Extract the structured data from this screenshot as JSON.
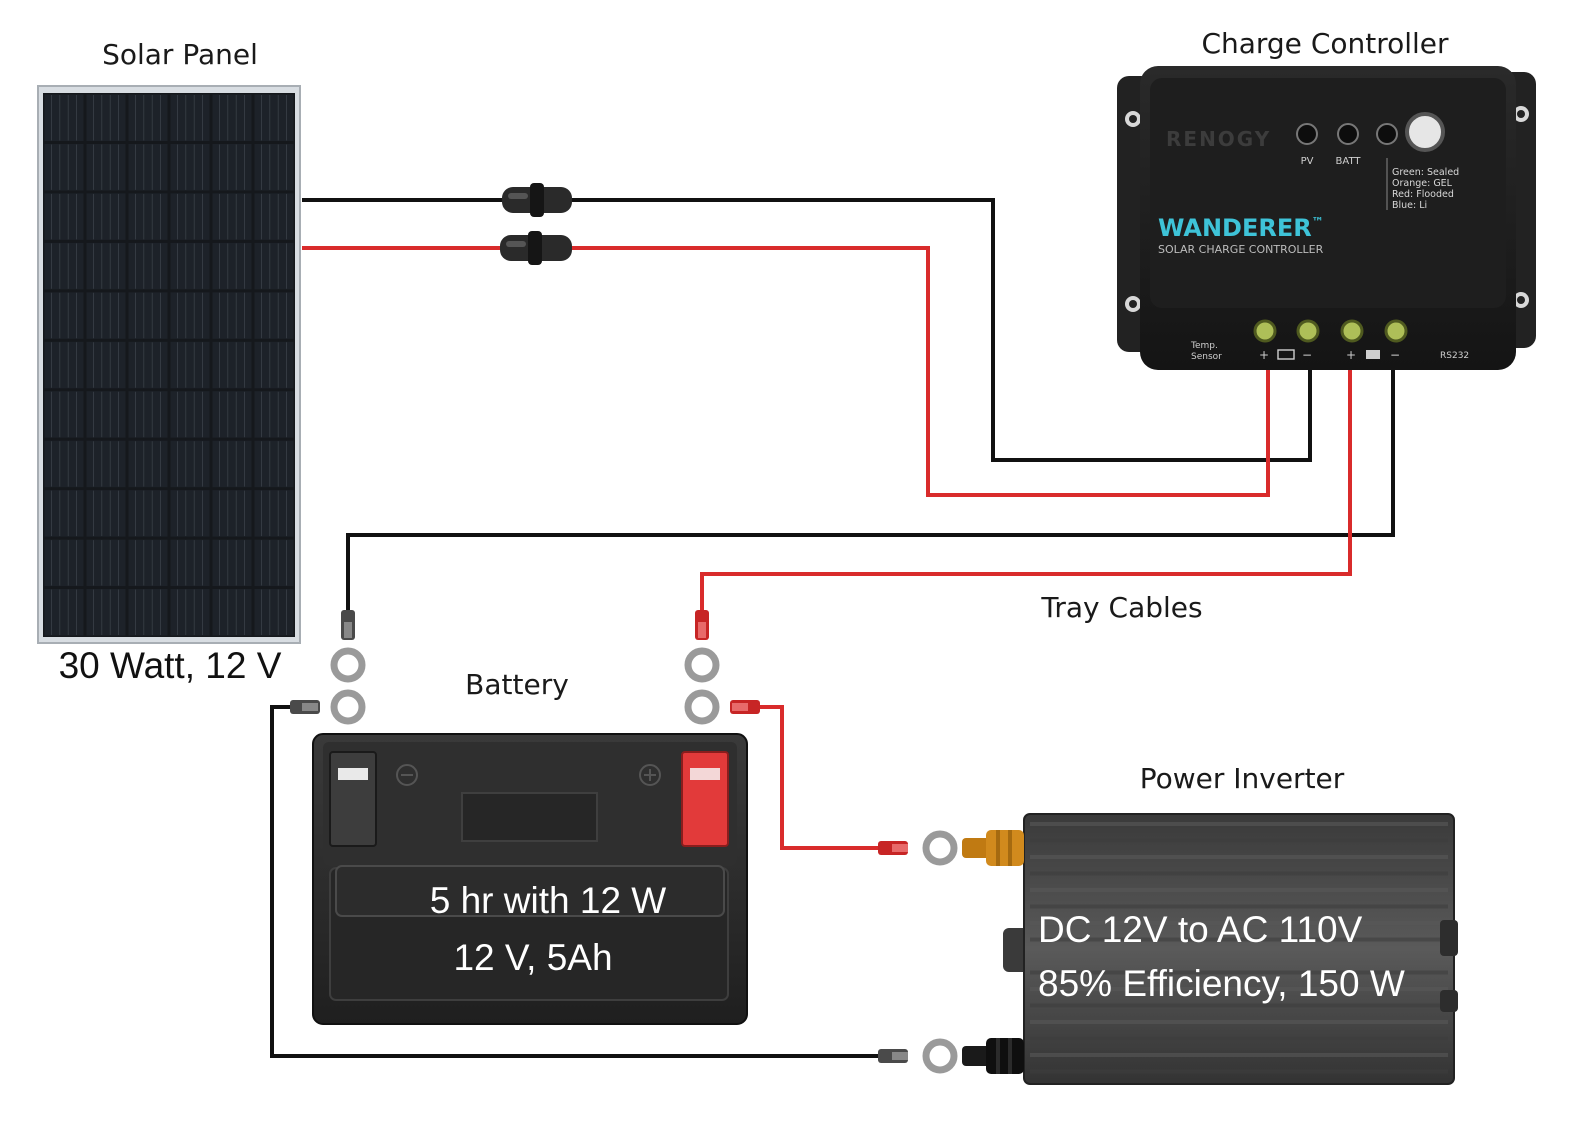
{
  "labels": {
    "solar_panel": "Solar Panel",
    "solar_spec": "30 Watt, 12 V",
    "charge_controller": "Charge Controller",
    "tray_cables": "Tray Cables",
    "battery": "Battery",
    "battery_runtime": "5 hr with 12 W",
    "battery_spec": "12 V, 5Ah",
    "power_inverter": "Power Inverter",
    "inverter_conversion": "DC 12V to AC 110V",
    "inverter_spec": "85% Efficiency, 150 W"
  },
  "controller": {
    "brand": "RENOGY",
    "model": "WANDERER",
    "trademark": "™",
    "subtitle": "SOLAR CHARGE CONTROLLER",
    "led_pv": "PV",
    "led_batt": "BATT",
    "legend": [
      "Green: Sealed",
      "Orange: GEL",
      "Red: Flooded",
      "Blue: Li"
    ],
    "temp_sensor": [
      "Temp.",
      "Sensor"
    ],
    "rs232": "RS232",
    "plus": "+",
    "minus": "−"
  },
  "colors": {
    "positive_wire": "#d92b2b",
    "negative_wire": "#111111",
    "controller_body": "#1c1c1c",
    "wanderer_text": "#3ec3d8",
    "battery_body": "#2b2b2b",
    "battery_positive": "#e23a3a",
    "inverter_body": "#4a4a4a",
    "inverter_terminal": "#d18a1d"
  }
}
